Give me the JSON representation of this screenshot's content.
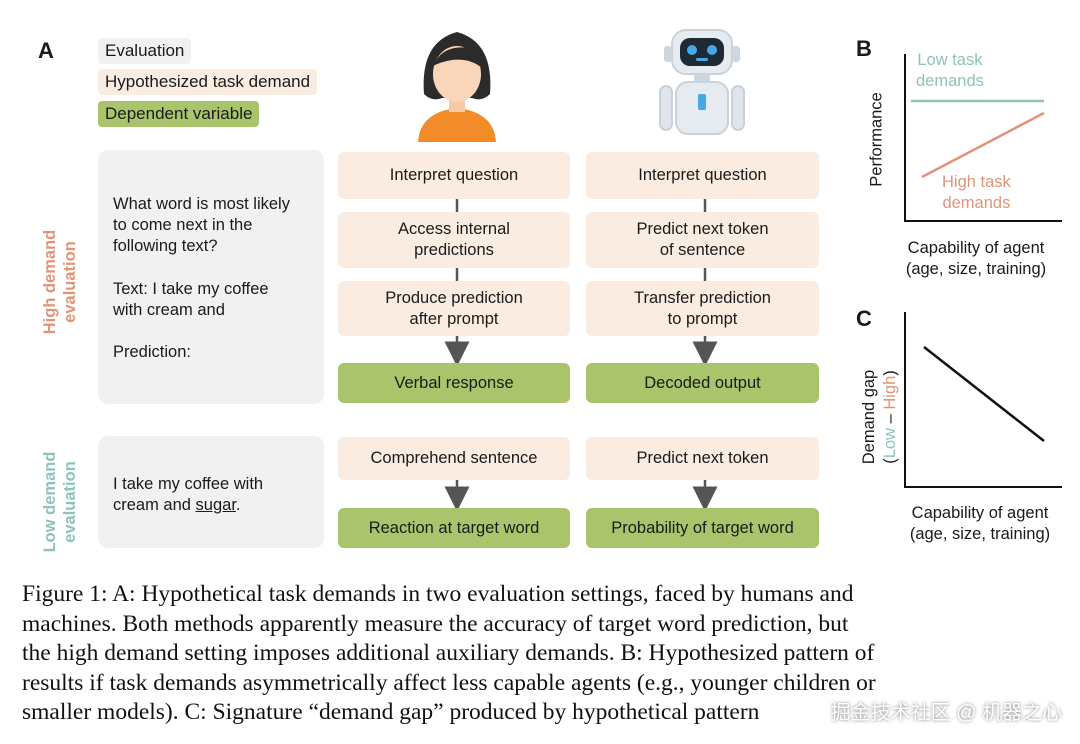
{
  "panel_a": {
    "letter": "A",
    "legend": {
      "evaluation": "Evaluation",
      "task_demand": "Hypothesized task demand",
      "dependent_variable": "Dependent variable"
    },
    "high_demand": {
      "side_label_line1": "High demand",
      "side_label_line2": "evaluation",
      "prompt_line1": "What word is most likely",
      "prompt_line2": "to come next in the",
      "prompt_line3": "following text?",
      "prompt_line4": "Text: I take my coffee",
      "prompt_line5": "with cream and",
      "prompt_line6": "Prediction:",
      "human_steps": [
        "Interpret question",
        "Access internal\npredictions",
        "Produce prediction\nafter prompt"
      ],
      "human_outcome": "Verbal response",
      "machine_steps": [
        "Interpret question",
        "Predict next token\nof sentence",
        "Transfer prediction\nto prompt"
      ],
      "machine_outcome": "Decoded output"
    },
    "low_demand": {
      "side_label_line1": "Low demand",
      "side_label_line2": "evaluation",
      "prompt_line1": "I take my coffee with",
      "prompt_prefix": "cream and ",
      "prompt_target": "sugar",
      "prompt_suffix": ".",
      "human_step": "Comprehend sentence",
      "human_outcome": "Reaction at target word",
      "machine_step": "Predict next token",
      "machine_outcome": "Probability of target word"
    }
  },
  "panel_b": {
    "letter": "B",
    "ylabel": "Performance",
    "xlabel_line1": "Capability of agent",
    "xlabel_line2": "(age, size, training)",
    "low_label_line1": "Low task",
    "low_label_line2": "demands",
    "high_label_line1": "High task",
    "high_label_line2": "demands"
  },
  "panel_c": {
    "letter": "C",
    "ylabel": "Demand gap",
    "ylabel_paren_open": "(",
    "ylabel_low": "Low",
    "ylabel_dash": " – ",
    "ylabel_high": "High",
    "ylabel_paren_close": ")",
    "xlabel_line1": "Capability of agent",
    "xlabel_line2": "(age, size, training)"
  },
  "caption": {
    "line1": "Figure 1: A: Hypothetical task demands in two evaluation settings, faced by humans and",
    "line2": "machines. Both methods apparently measure the accuracy of target word prediction, but",
    "line3": "the high demand setting imposes additional auxiliary demands. B: Hypothesized pattern of",
    "line4": "results if task demands asymmetrically affect less capable agents (e.g., younger children or",
    "line5": "smaller models). C: Signature “demand gap” produced by hypothetical pattern"
  },
  "watermark": "掘金技术社区 @ 机器之心",
  "colors": {
    "low_demand": "#8fc2bb",
    "high_demand": "#e0957a",
    "dependent": "#a9c46b",
    "demand_box": "#fbece1",
    "eval_box": "#f1f1f1"
  }
}
